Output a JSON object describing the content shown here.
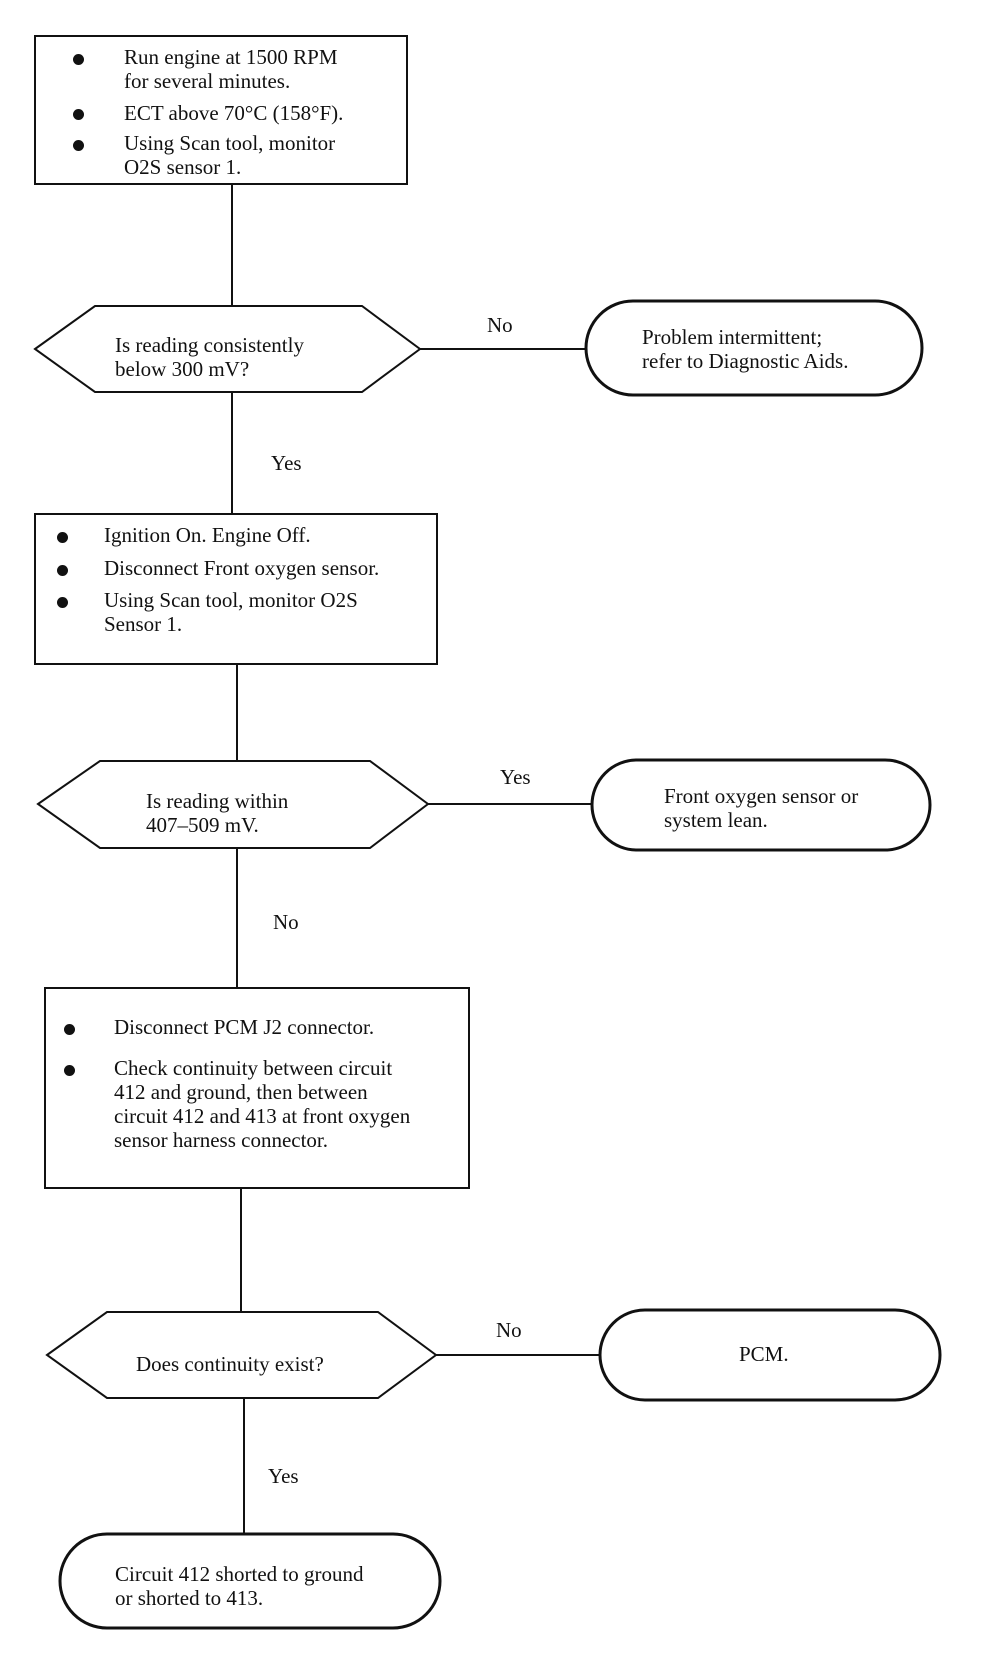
{
  "box1": {
    "items": [
      "Run engine at 1500 RPM\nfor several minutes.",
      "ECT above 70°C (158°F).",
      "Using Scan tool, monitor\nO2S sensor 1."
    ]
  },
  "decision1": {
    "text": "Is reading consistently\nbelow 300 mV?",
    "no_label": "No",
    "yes_label": "Yes"
  },
  "end1": {
    "text": "Problem intermittent;\nrefer to Diagnostic Aids."
  },
  "box2": {
    "items": [
      "Ignition On. Engine Off.",
      "Disconnect Front oxygen sensor.",
      "Using Scan tool, monitor O2S\nSensor 1."
    ]
  },
  "decision2": {
    "text": "Is reading within\n407–509 mV.",
    "yes_label": "Yes",
    "no_label": "No"
  },
  "end2": {
    "text": "Front oxygen sensor or\nsystem lean."
  },
  "box3": {
    "items": [
      "Disconnect PCM  J2 connector.",
      "Check continuity between circuit\n412 and ground, then between\ncircuit 412 and 413 at front oxygen\nsensor harness connector."
    ]
  },
  "decision3": {
    "text": "Does continuity exist?",
    "no_label": "No",
    "yes_label": "Yes"
  },
  "end3": {
    "text": "PCM."
  },
  "end4": {
    "text": "Circuit 412 shorted to ground\nor shorted to 413."
  }
}
